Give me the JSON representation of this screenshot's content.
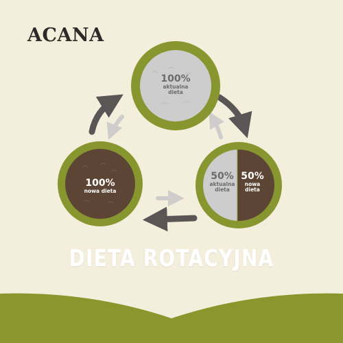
{
  "brand": {
    "logo_text": "ACANA"
  },
  "title": "DIETA ROTACYJNA",
  "stages": {
    "top": {
      "percent": "100%",
      "line1": "aktualna",
      "line2": "dieta"
    },
    "left": {
      "percent": "100%",
      "line1": "nowa dieta"
    },
    "right": {
      "left_half": {
        "percent": "50%",
        "line1": "aktualna",
        "line2": "dieta"
      },
      "right_half": {
        "percent": "50%",
        "line1": "nowa",
        "line2": "dieta"
      }
    }
  },
  "colors": {
    "background": "#f4eedd",
    "ring": "#87962f",
    "current_diet": "#cdcdcd",
    "new_diet": "#5d4535",
    "arrow_dark": "#5a5656",
    "arrow_light": "#cfcdcb",
    "ground": "#8c962c"
  }
}
